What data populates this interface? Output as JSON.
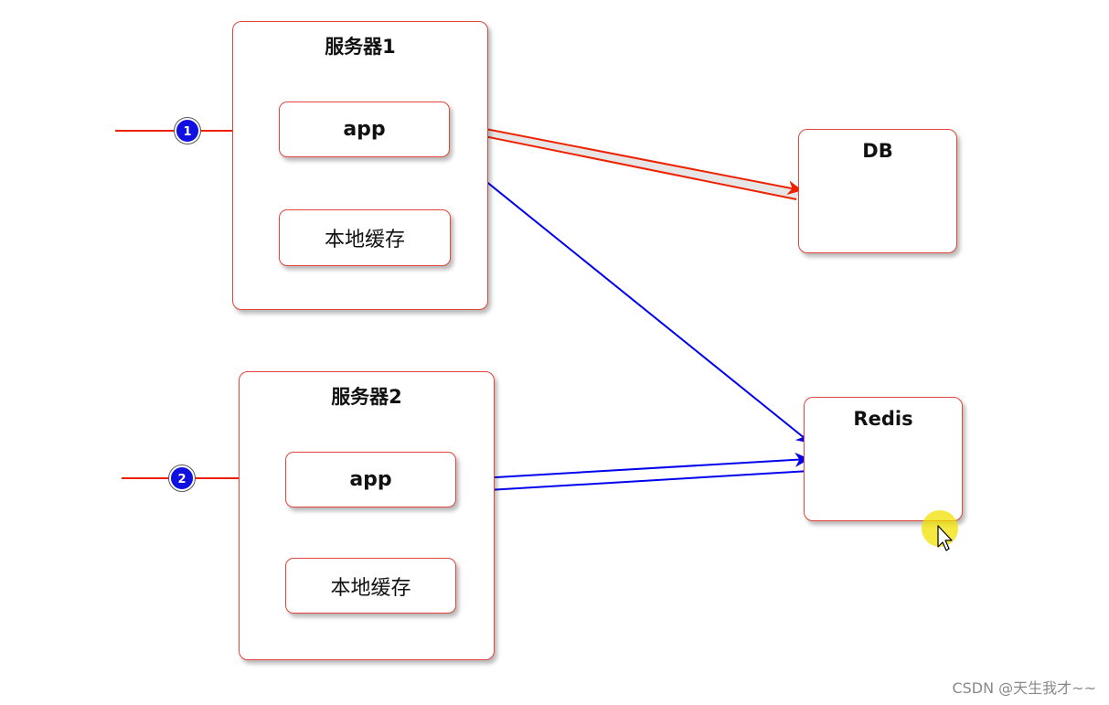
{
  "server1": {
    "title": "服务器1",
    "app": "app",
    "cache": "本地缓存"
  },
  "server2": {
    "title": "服务器2",
    "app": "app",
    "cache": "本地缓存"
  },
  "db": {
    "title": "DB"
  },
  "redis": {
    "title": "Redis"
  },
  "steps": {
    "one": "1",
    "two": "2"
  },
  "watermark": "CSDN @天生我才~~",
  "colors": {
    "red_arrow": "#ee2200",
    "blue_arrow": "#0000ee",
    "box_border": "#e0463a",
    "step_badge": "#1010e0",
    "cursor_highlight": "#f2e000"
  }
}
